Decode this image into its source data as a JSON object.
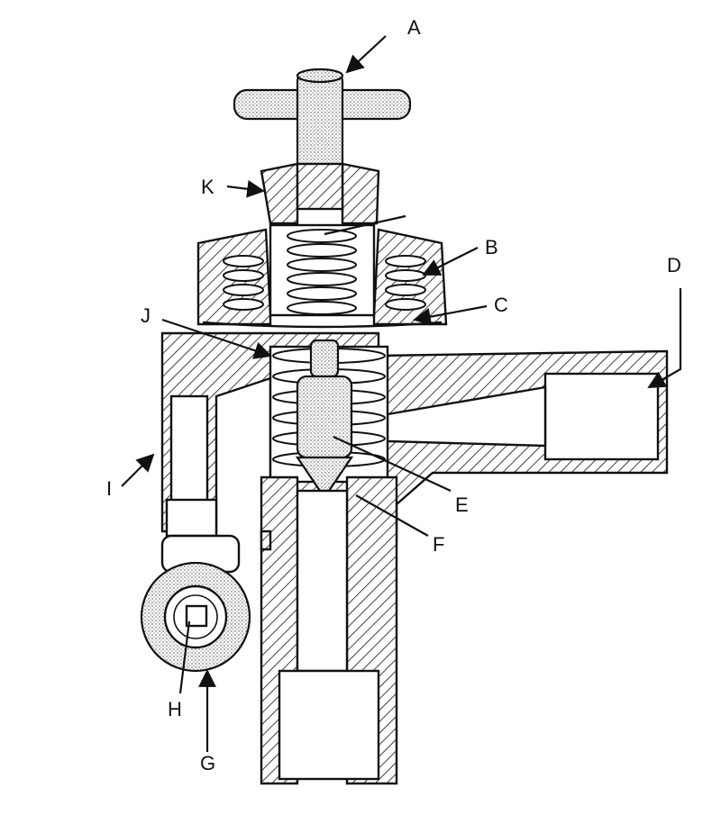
{
  "labels": {
    "A": "A",
    "B": "B",
    "C": "C",
    "D": "D",
    "E": "E",
    "F": "F",
    "G": "G",
    "H": "H",
    "I": "I",
    "J": "J",
    "K": "K"
  },
  "colors": {
    "ink": "#111111",
    "background": "#ffffff"
  }
}
